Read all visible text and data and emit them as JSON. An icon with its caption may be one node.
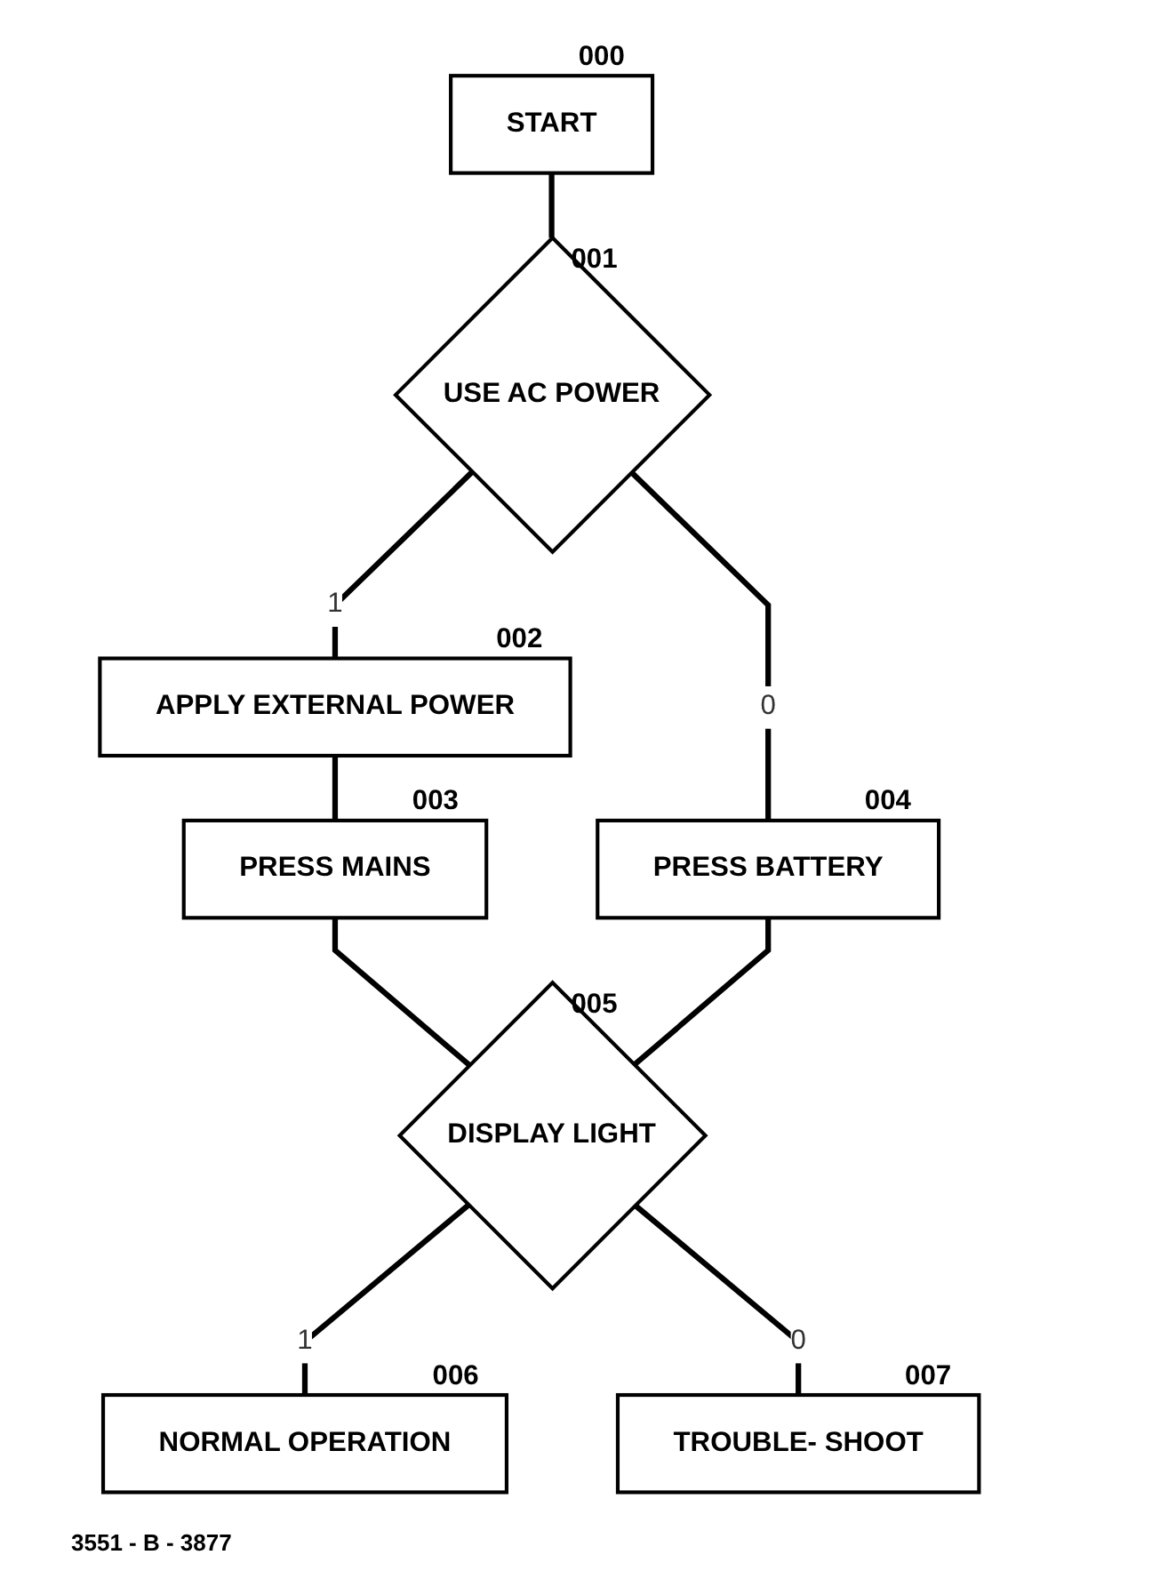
{
  "diagram": {
    "nodes": [
      {
        "text": [
          "START"
        ],
        "beside": [
          "000"
        ]
      },
      {
        "text": [
          "USE AC POWER"
        ],
        "beside": [
          "001"
        ]
      },
      {
        "text": [
          "APPLY EXTERNAL POWER"
        ],
        "beside": [
          "002"
        ]
      },
      {
        "text": [
          "PRESS MAINS"
        ],
        "beside": [
          "003"
        ]
      },
      {
        "text": [
          "PRESS BATTERY"
        ],
        "beside": [
          "004"
        ]
      },
      {
        "text": [
          "DISPLAY LIGHT"
        ],
        "beside": [
          "005"
        ]
      },
      {
        "text": [
          "NORMAL OPERATION"
        ],
        "beside": [
          "006"
        ]
      },
      {
        "text": [
          "TROUBLE- SHOOT"
        ],
        "beside": [
          "007"
        ]
      }
    ],
    "edges": [
      {
        "from": 0,
        "to": 1,
        "arrow": "none"
      },
      {
        "from": 1,
        "to": 2,
        "label": "1",
        "arrow": "none"
      },
      {
        "from": 1,
        "to": 4,
        "label": "0",
        "arrow": "none"
      },
      {
        "from": 2,
        "to": 3,
        "arrow": "none"
      },
      {
        "from": 3,
        "to": 5,
        "arrow": "none"
      },
      {
        "from": 4,
        "to": 5,
        "arrow": "none"
      },
      {
        "from": 5,
        "to": 6,
        "label": "1",
        "arrow": "none"
      },
      {
        "from": 5,
        "to": 7,
        "label": "0",
        "arrow": "none"
      }
    ],
    "labels": [
      "3551 - B - 3877"
    ]
  }
}
